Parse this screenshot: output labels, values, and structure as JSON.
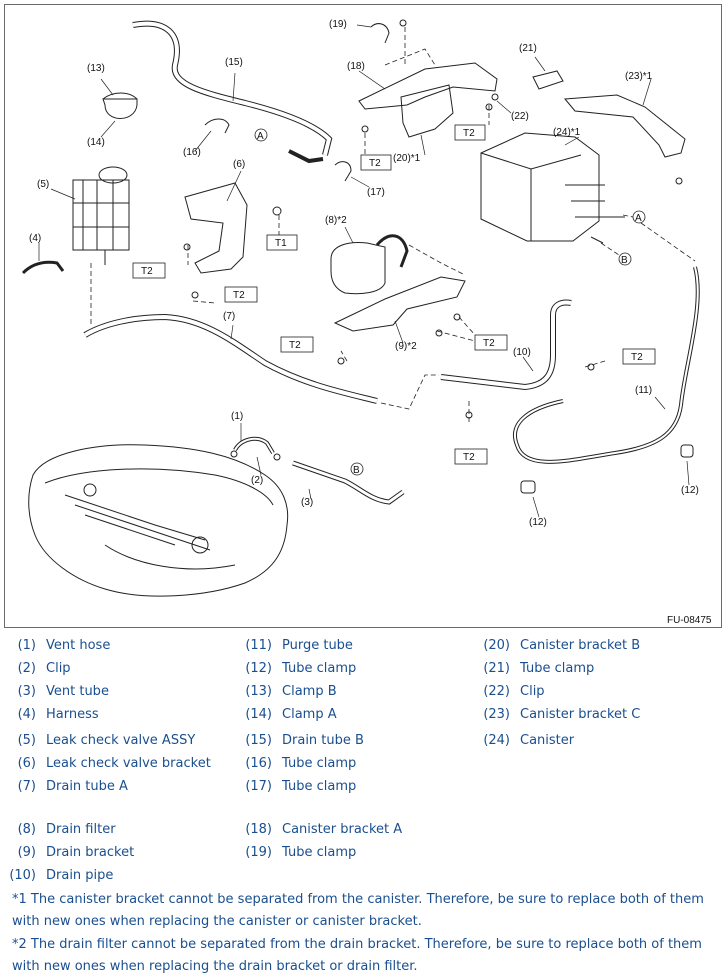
{
  "figure": {
    "code": "FU-08475",
    "callouts": [
      "(1)",
      "(2)",
      "(3)",
      "(4)",
      "(5)",
      "(6)",
      "(7)",
      "(8)*2",
      "(9)*2",
      "(10)",
      "(11)",
      "(12)",
      "(12)",
      "(13)",
      "(14)",
      "(15)",
      "(16)",
      "(17)",
      "(18)",
      "(19)",
      "(20)*1",
      "(21)",
      "(22)",
      "(23)*1",
      "(24)*1"
    ],
    "torque_labels": [
      "T1",
      "T2",
      "T2",
      "T2",
      "T2",
      "T2",
      "T2",
      "T2",
      "T2"
    ],
    "connection_markers": [
      "A",
      "A",
      "B",
      "B"
    ]
  },
  "legend": [
    {
      "num": "(1)",
      "text": "Vent hose"
    },
    {
      "num": "(2)",
      "text": "Clip"
    },
    {
      "num": "(3)",
      "text": "Vent tube"
    },
    {
      "num": "(4)",
      "text": "Harness"
    },
    {
      "num": "(5)",
      "text": "Leak check valve ASSY"
    },
    {
      "num": "(6)",
      "text": "Leak check valve bracket"
    },
    {
      "num": "(7)",
      "text": "Drain tube A"
    },
    {
      "num": "(8)",
      "text": "Drain filter"
    },
    {
      "num": "(9)",
      "text": "Drain bracket"
    },
    {
      "num": "(10)",
      "text": "Drain pipe"
    },
    {
      "num": "(11)",
      "text": "Purge tube"
    },
    {
      "num": "(12)",
      "text": "Tube clamp"
    },
    {
      "num": "(13)",
      "text": "Clamp B"
    },
    {
      "num": "(14)",
      "text": "Clamp A"
    },
    {
      "num": "(15)",
      "text": "Drain tube B"
    },
    {
      "num": "(16)",
      "text": "Tube clamp"
    },
    {
      "num": "(17)",
      "text": "Tube clamp"
    },
    {
      "num": "(18)",
      "text": "Canister bracket A"
    },
    {
      "num": "(19)",
      "text": "Tube clamp"
    },
    {
      "num": "(20)",
      "text": "Canister bracket B"
    },
    {
      "num": "(21)",
      "text": "Tube clamp"
    },
    {
      "num": "(22)",
      "text": "Clip"
    },
    {
      "num": "(23)",
      "text": "Canister bracket C"
    },
    {
      "num": "(24)",
      "text": "Canister"
    }
  ],
  "notes": [
    "*1 The canister bracket cannot be separated from the canister. Therefore, be sure to replace both of them with new ones when replacing the canister or canister bracket.",
    "*2 The drain filter cannot be separated from the drain bracket. Therefore, be sure to replace both of them with new ones when replacing the drain bracket or drain filter."
  ]
}
